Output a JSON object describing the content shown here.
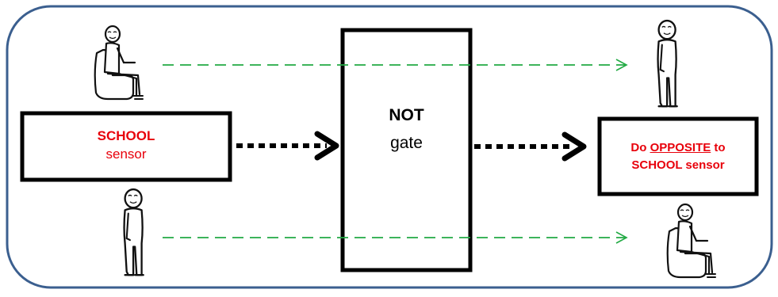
{
  "school_sensor": {
    "title": "SCHOOL",
    "subtitle": "sensor"
  },
  "not_gate": {
    "title": "NOT",
    "subtitle": "gate"
  },
  "output": {
    "prefix": "Do",
    "emphasis": "OPPOSITE",
    "suffix": "to",
    "line2": "SCHOOL sensor"
  },
  "colors": {
    "frame": "#3b5f8f",
    "box_border": "#000000",
    "label_red": "#e8000b",
    "dashed_arrow": "#22aa44",
    "dotted_arrow": "#000000"
  },
  "icons": [
    "sitting-person-icon",
    "standing-person-icon"
  ]
}
